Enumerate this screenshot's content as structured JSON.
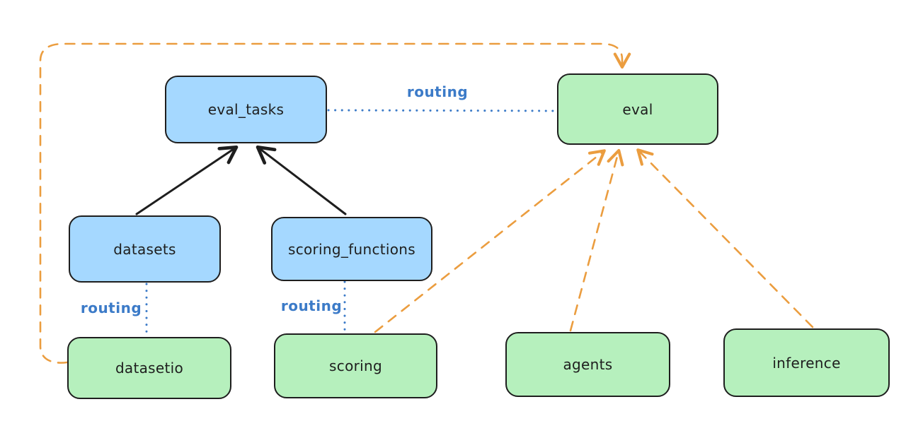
{
  "nodes": {
    "eval_tasks": {
      "label": "eval_tasks",
      "kind": "api"
    },
    "eval": {
      "label": "eval",
      "kind": "provider"
    },
    "datasets": {
      "label": "datasets",
      "kind": "api"
    },
    "scoring_functions": {
      "label": "scoring_functions",
      "kind": "api"
    },
    "datasetio": {
      "label": "datasetio",
      "kind": "provider"
    },
    "scoring": {
      "label": "scoring",
      "kind": "provider"
    },
    "agents": {
      "label": "agents",
      "kind": "provider"
    },
    "inference": {
      "label": "inference",
      "kind": "provider"
    }
  },
  "edges": {
    "eval_tasks_to_eval": {
      "label": "routing",
      "style": "dotted-blue"
    },
    "datasets_to_datasetio": {
      "label": "routing",
      "style": "dotted-blue"
    },
    "scoring_functions_to_scoring": {
      "label": "routing",
      "style": "dotted-blue"
    },
    "datasets_to_eval_tasks": {
      "style": "solid-black-arrow"
    },
    "scoring_functions_to_eval_tasks": {
      "style": "solid-black-arrow"
    },
    "datasetio_to_eval": {
      "style": "dashed-orange-arrow"
    },
    "scoring_to_eval": {
      "style": "dashed-orange-arrow"
    },
    "agents_to_eval": {
      "style": "dashed-orange-arrow"
    },
    "inference_to_eval": {
      "style": "dashed-orange-arrow"
    }
  },
  "colors": {
    "api_fill": "#a5d8ff",
    "provider_fill": "#b6f0bd",
    "stroke_black": "#1e1e1e",
    "routing_blue": "#3c7bc8",
    "dashed_orange": "#eb9d3f",
    "background": "#ffffff"
  }
}
